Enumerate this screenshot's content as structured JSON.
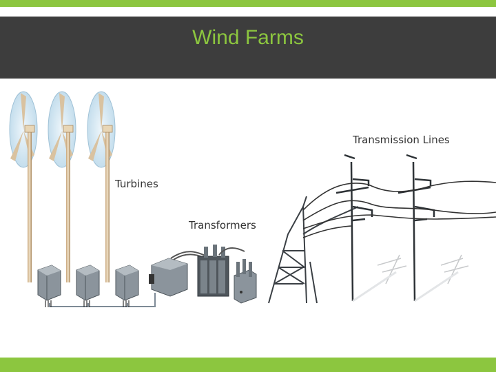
{
  "slide": {
    "title": "Wind Farms",
    "accent_color": "#8cc63f",
    "title_bar_color": "#3d3d3d"
  },
  "diagram": {
    "labels": {
      "turbines": "Turbines",
      "transformers": "Transformers",
      "transmission_lines": "Transmission Lines"
    },
    "icons": [
      "wind-turbine-icon",
      "turbine-transformer-icon",
      "substation-transformer-icon",
      "transmission-tower-icon"
    ]
  }
}
